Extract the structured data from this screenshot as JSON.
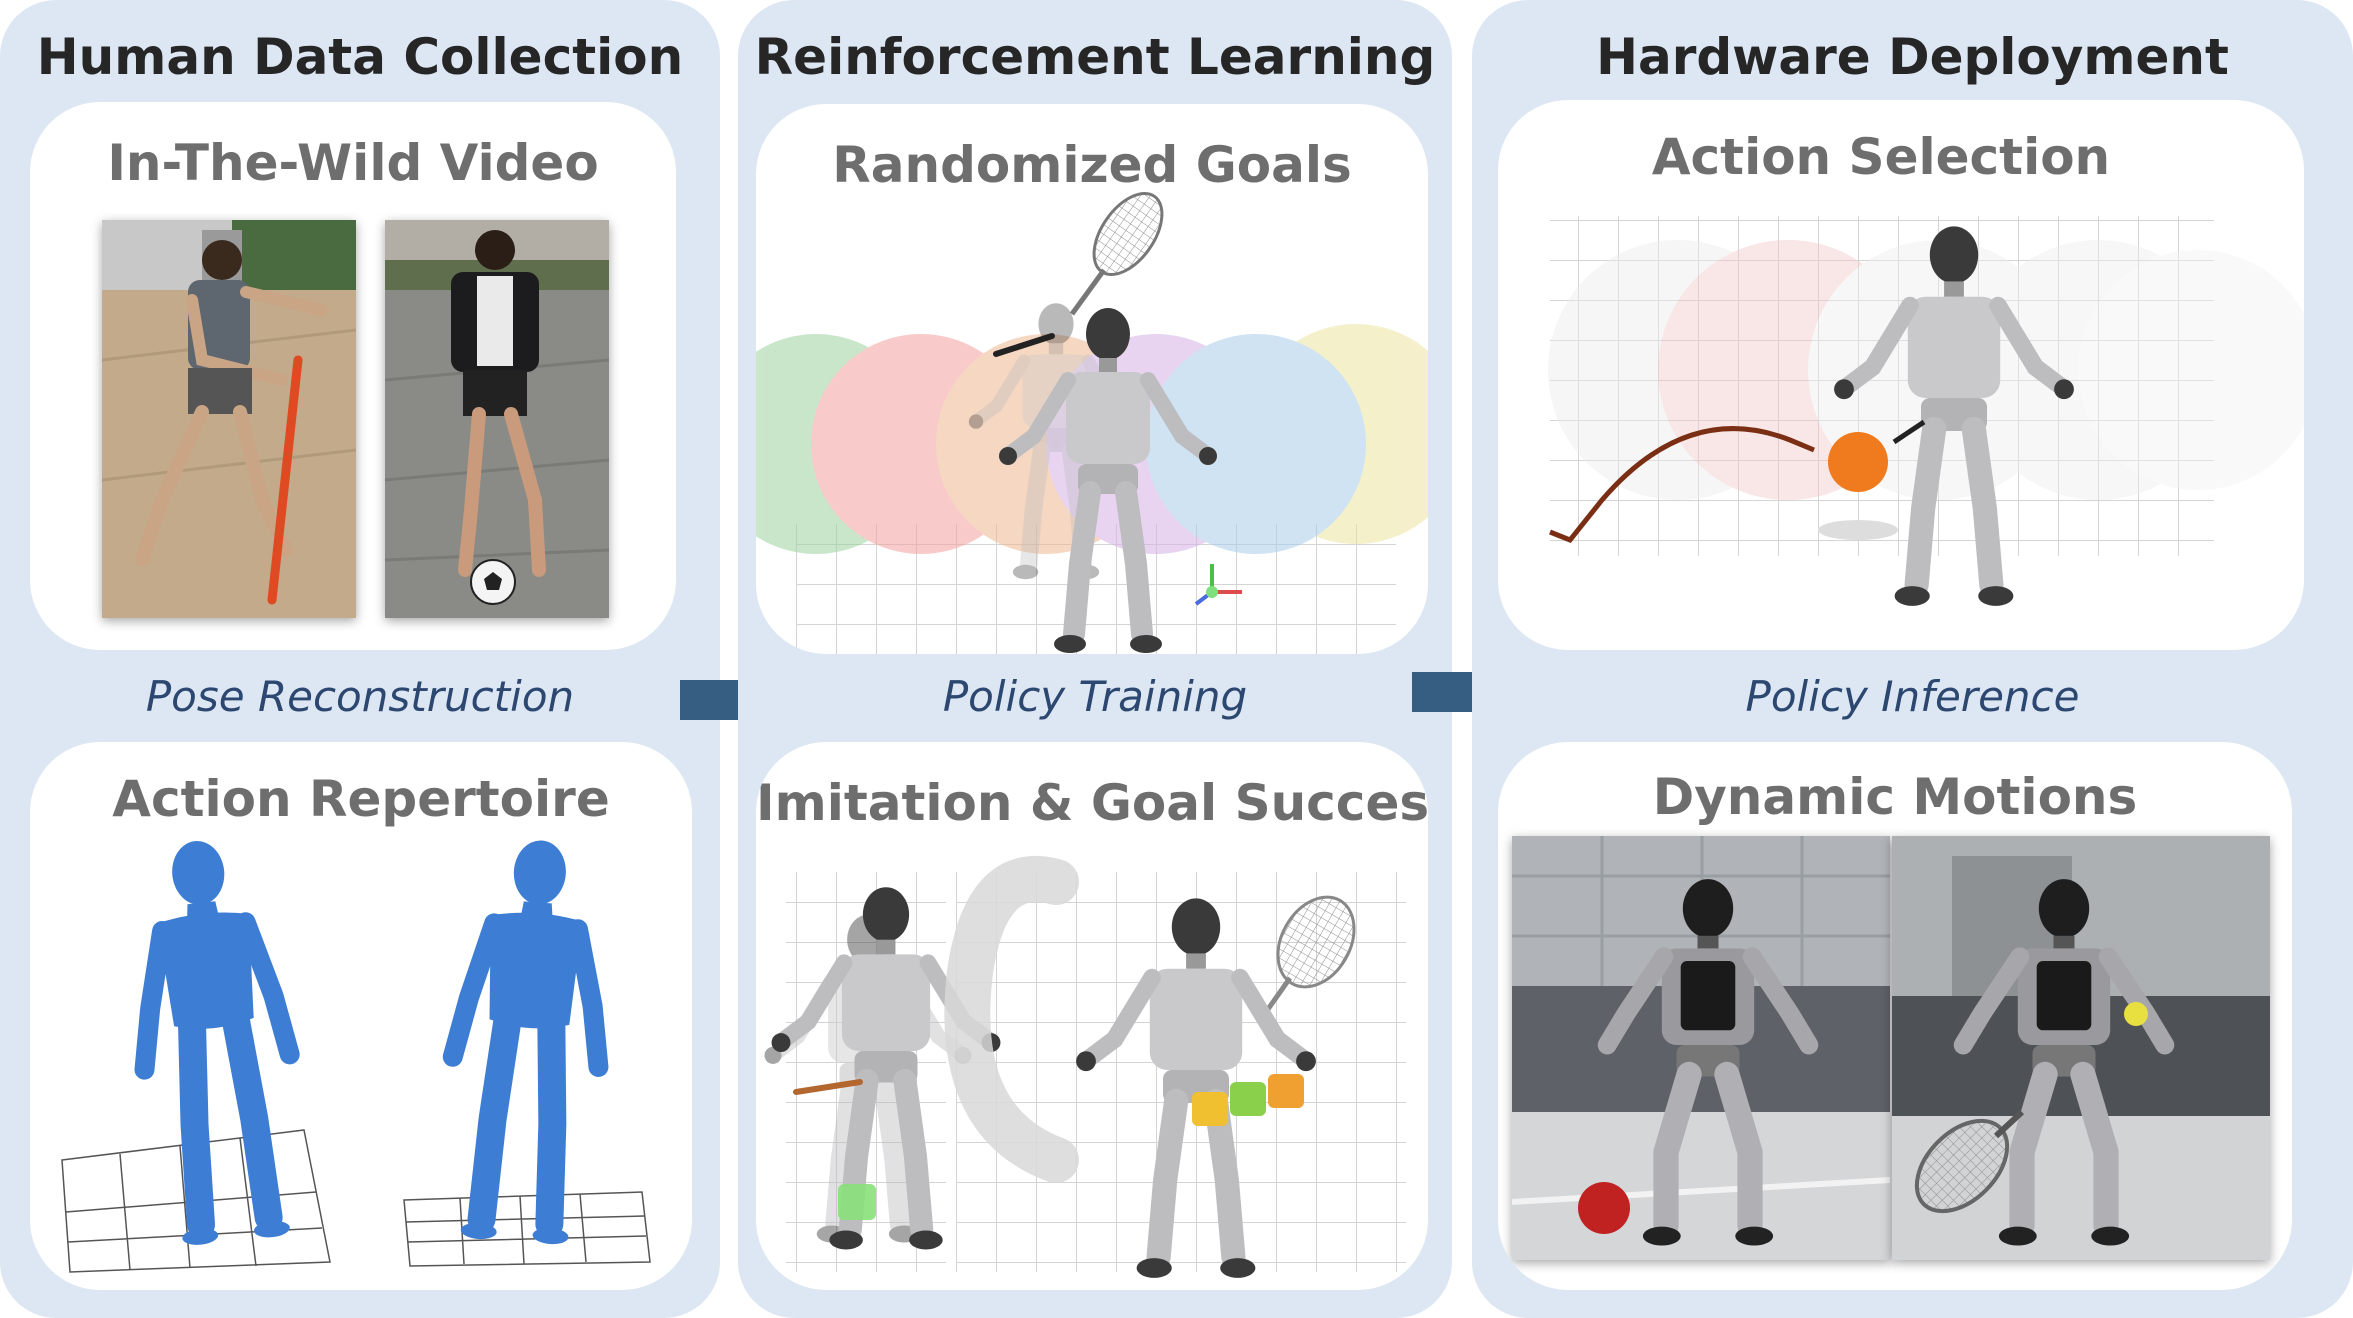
{
  "columns": {
    "human": {
      "title": "Human Data Collection",
      "card_top": "In-The-Wild Video",
      "caption": "Pose Reconstruction",
      "card_bottom": "Action Repertoire"
    },
    "rl": {
      "title": "Reinforcement Learning",
      "card_top": "Randomized Goals",
      "caption": "Policy Training",
      "card_bottom": "Imitation & Goal Success"
    },
    "hardware": {
      "title": "Hardware Deployment",
      "card_top": "Action Selection",
      "caption": "Policy Inference",
      "card_bottom": "Dynamic Motions"
    }
  },
  "colors": {
    "column_bg": "#dde7f3",
    "arrow": "#355e82",
    "caption_text": "#2c4770",
    "card_title": "#6e6e6e",
    "mesh_blue": "#3d7ed4",
    "ball_orange": "#f07a1e",
    "ball_red": "#c02222"
  },
  "icons": [
    "flow-arrow-icon",
    "humanoid-robot-icon",
    "human-mesh-icon",
    "soccer-ball-icon",
    "tennis-racket-icon"
  ]
}
